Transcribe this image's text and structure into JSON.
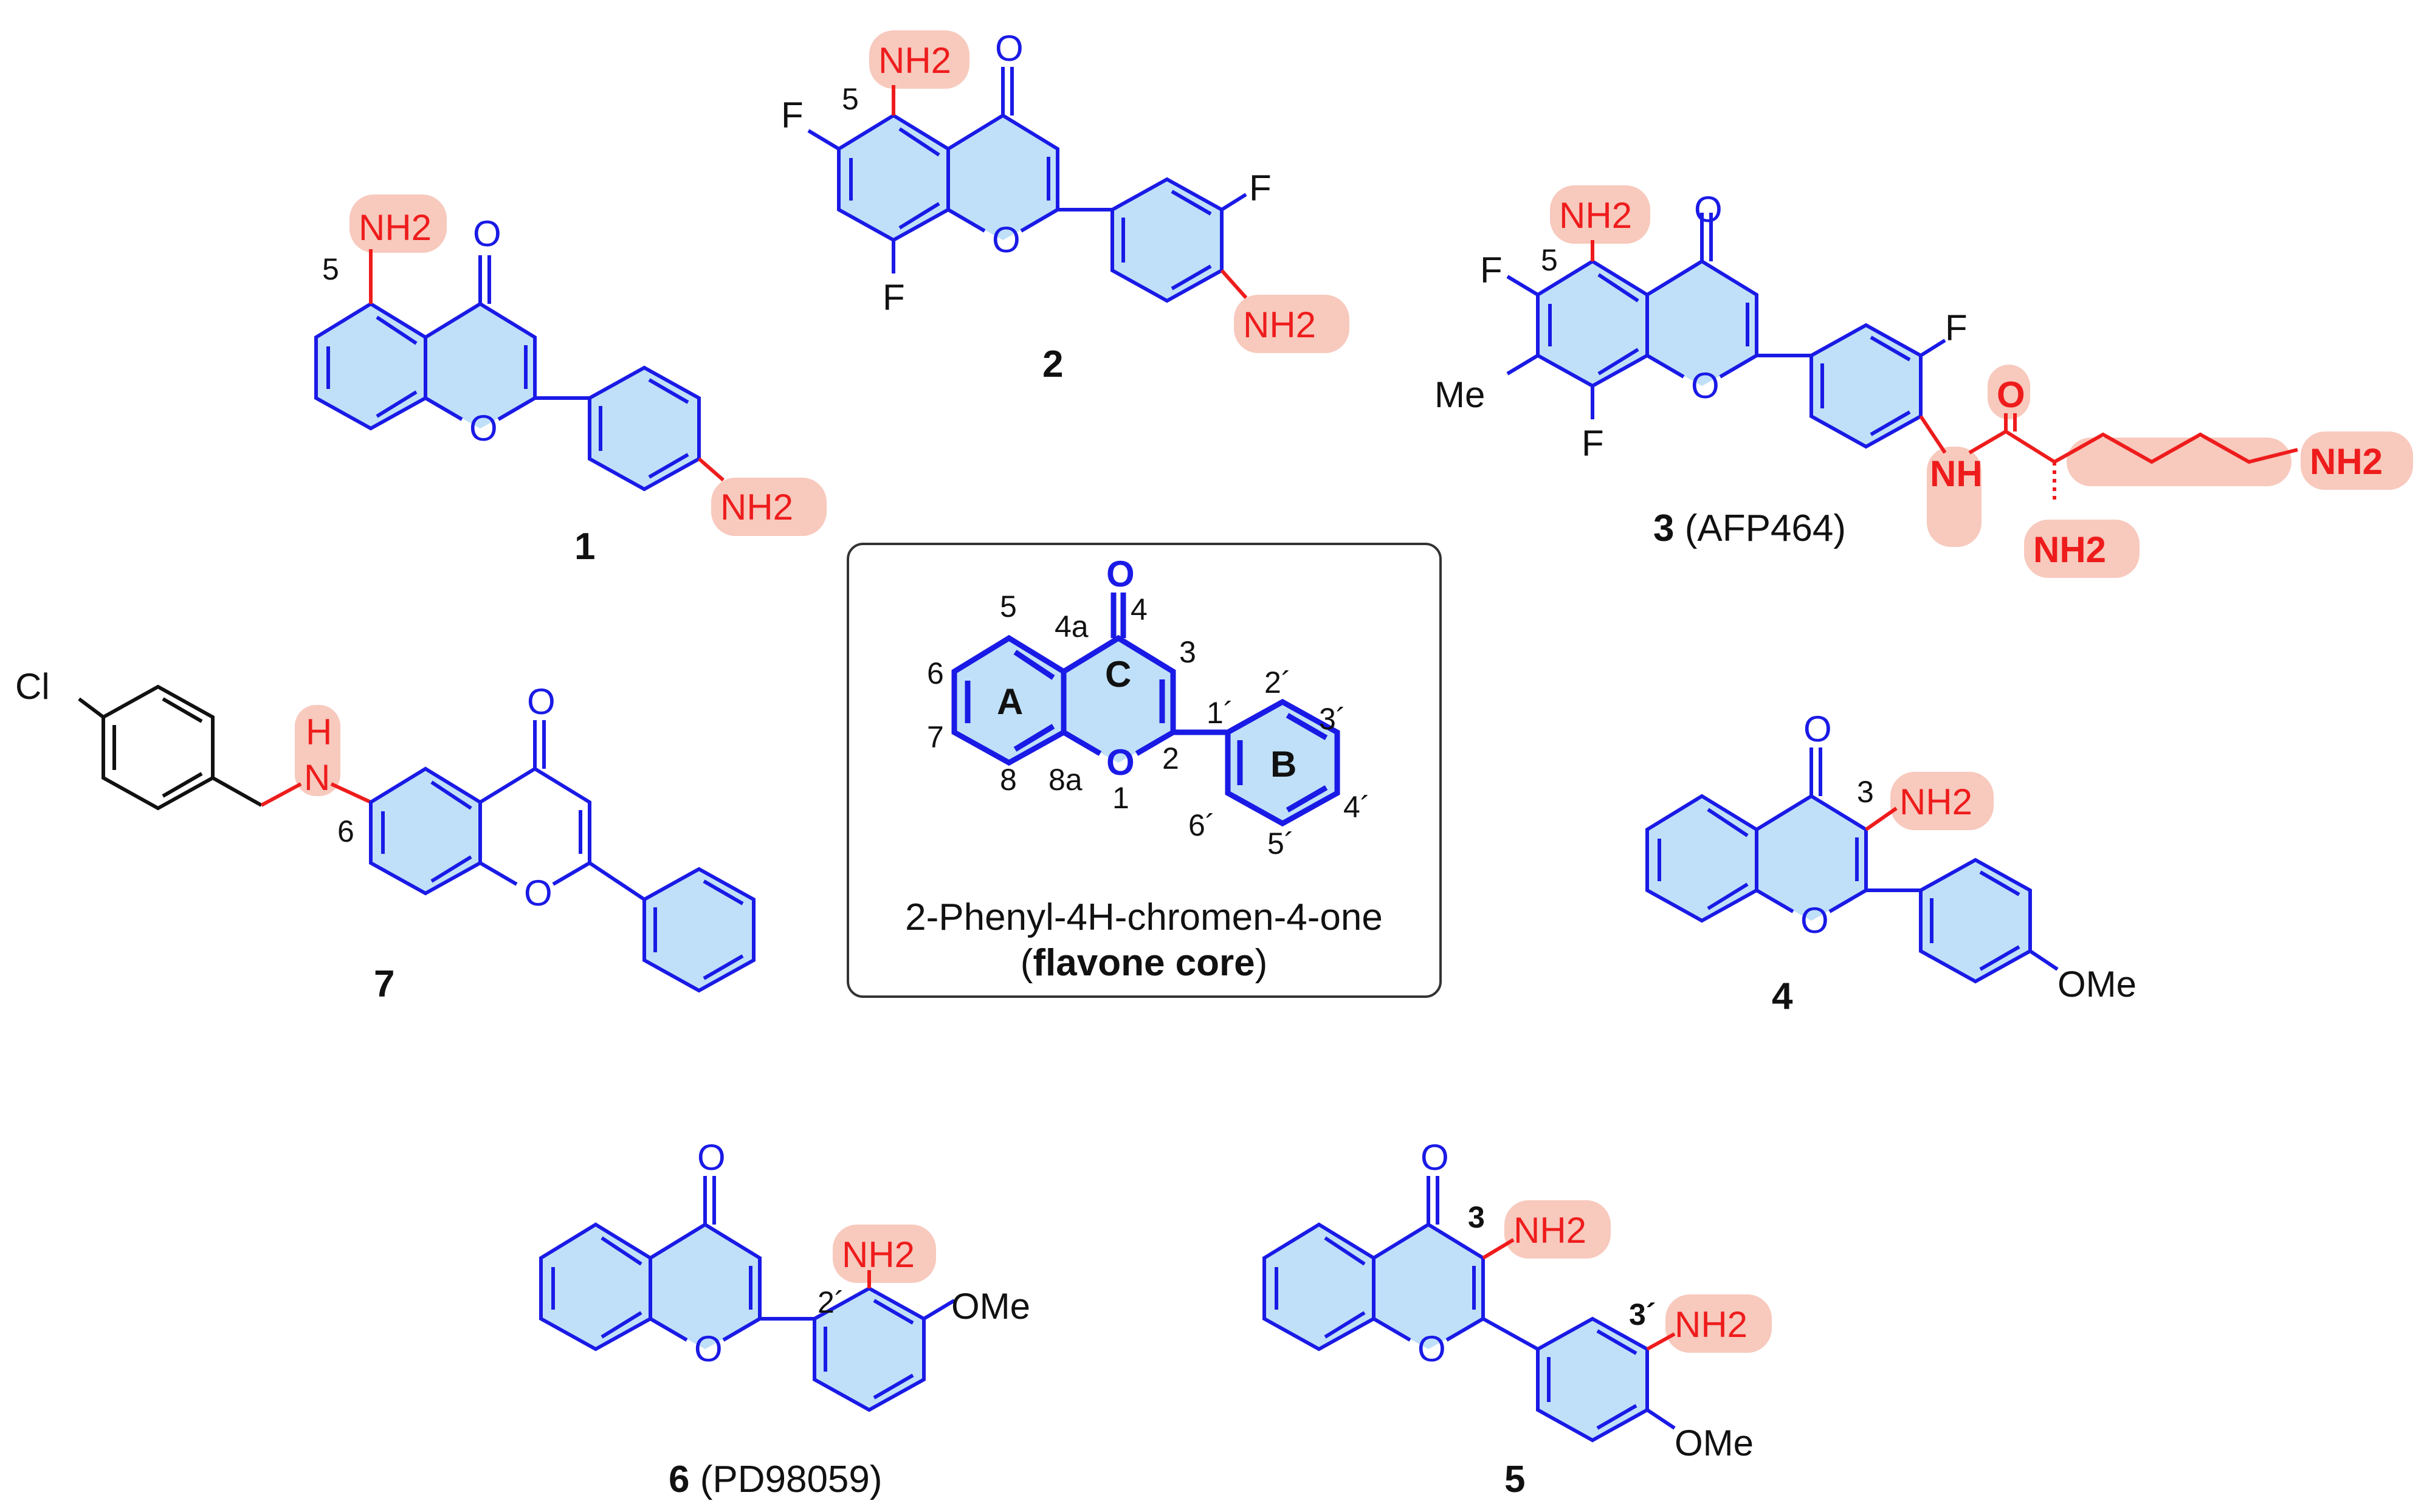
{
  "colors": {
    "core": "#1a1ae6",
    "highlight_text": "#ee1c1c",
    "highlight_bg": "#f8c9bd",
    "ring_fill": "#bfe0f8",
    "black": "#111111",
    "box_border": "#333333"
  },
  "compounds": [
    {
      "id": "1",
      "caption_number": "1",
      "caption_suffix": "",
      "labels": {
        "nh2_top": "NH2",
        "nh2_right": "NH2",
        "o_carbonyl": "O",
        "o_ring": "O",
        "pos5": "5"
      }
    },
    {
      "id": "2",
      "caption_number": "2",
      "caption_suffix": "",
      "labels": {
        "nh2_top": "NH2",
        "nh2_right": "NH2",
        "o_carbonyl": "O",
        "o_ring": "O",
        "f6": "F",
        "f8": "F",
        "f3p": "F",
        "pos5": "5"
      }
    },
    {
      "id": "3",
      "caption_number": "3",
      "caption_suffix": " (AFP464)",
      "labels": {
        "nh2_top": "NH2",
        "o_carbonyl": "O",
        "o_ring": "O",
        "f6": "F",
        "f8": "F",
        "f3p": "F",
        "me": "Me",
        "nh": "NH",
        "o_amide": "O",
        "nh2_alpha": "NH2",
        "nh2_end": "NH2",
        "pos5": "5"
      }
    },
    {
      "id": "4",
      "caption_number": "4",
      "caption_suffix": "",
      "labels": {
        "nh2": "NH2",
        "o_carbonyl": "O",
        "o_ring": "O",
        "ome": "OMe",
        "pos3": "3"
      }
    },
    {
      "id": "5",
      "caption_number": "5",
      "caption_suffix": "",
      "labels": {
        "nh2_3": "NH2",
        "nh2_3p": "NH2",
        "o_carbonyl": "O",
        "o_ring": "O",
        "ome": "OMe",
        "pos3": "3",
        "pos3p": "3´"
      }
    },
    {
      "id": "6",
      "caption_number": "6",
      "caption_suffix": " (PD98059)",
      "labels": {
        "nh2": "NH2",
        "o_carbonyl": "O",
        "o_ring": "O",
        "ome": "OMe",
        "pos2p": "2´"
      }
    },
    {
      "id": "7",
      "caption_number": "7",
      "caption_suffix": "",
      "labels": {
        "cl": "Cl",
        "nh": "H",
        "n": "N",
        "o_carbonyl": "O",
        "o_ring": "O",
        "pos6": "6"
      }
    }
  ],
  "core_box": {
    "name_line1": "2-Phenyl-4H-chromen-4-one",
    "name_line2_open": "(",
    "name_line2_bold": "flavone core",
    "name_line2_close": ")",
    "ring_a": "A",
    "ring_b": "B",
    "ring_c": "C",
    "o_carbonyl": "O",
    "o_ring": "O",
    "positions": {
      "p1": "1",
      "p2": "2",
      "p3": "3",
      "p4": "4",
      "p4a": "4a",
      "p5": "5",
      "p6": "6",
      "p7": "7",
      "p8": "8",
      "p8a": "8a",
      "p1p": "1´",
      "p2p": "2´",
      "p3p": "3´",
      "p4p": "4´",
      "p5p": "5´",
      "p6p": "6´"
    }
  }
}
